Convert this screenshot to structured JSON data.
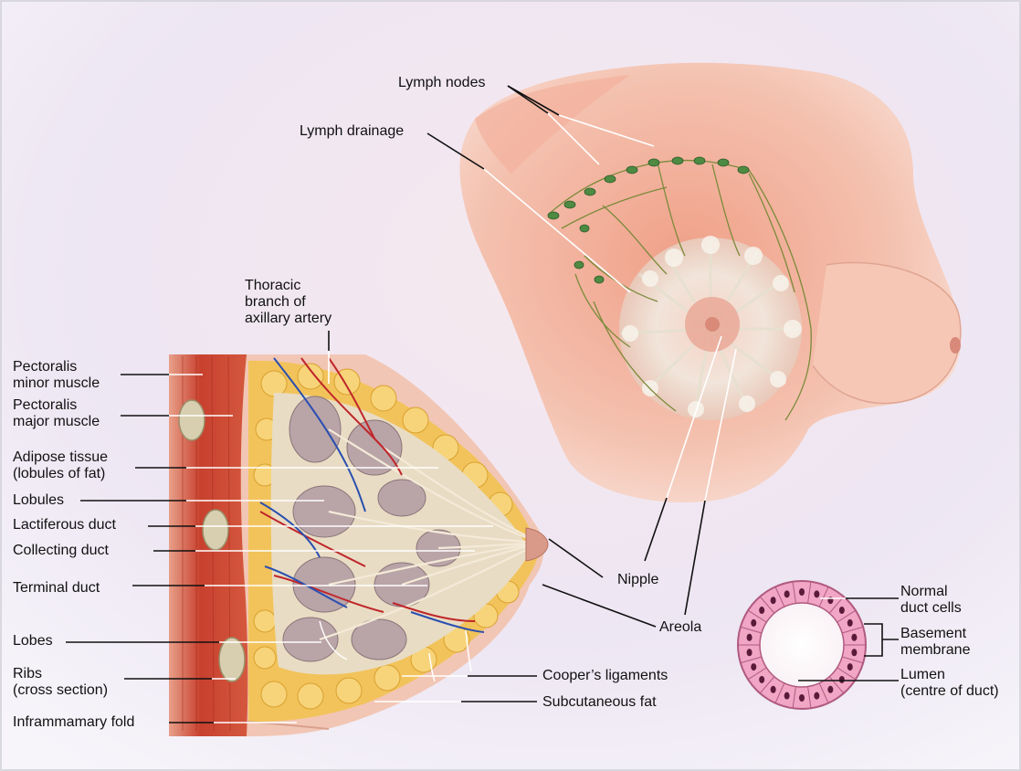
{
  "labels": {
    "lymph_nodes": "Lymph nodes",
    "lymph_drainage": "Lymph drainage",
    "thoracic_branch": "Thoracic\nbranch of\naxillary artery",
    "pectoralis_minor": "Pectoralis\nminor muscle",
    "pectoralis_major": "Pectoralis\nmajor muscle",
    "adipose_tissue": "Adipose tissue\n(lobules of fat)",
    "lobules": "Lobules",
    "lactiferous_duct": "Lactiferous duct",
    "collecting_duct": "Collecting duct",
    "terminal_duct": "Terminal duct",
    "lobes": "Lobes",
    "ribs": "Ribs\n(cross section)",
    "inframammary_fold": "Inframmamary fold",
    "nipple": "Nipple",
    "areola": "Areola",
    "coopers_ligaments": "Cooper’s ligaments",
    "subcutaneous_fat": "Subcutaneous fat",
    "normal_duct_cells": "Normal\nduct cells",
    "basement_membrane": "Basement\nmembrane",
    "lumen": "Lumen\n(centre of duct)"
  },
  "colors": {
    "background_tint": "#ece6f4",
    "skin": "#f2b8a2",
    "skin_shadow": "#d98a78",
    "muscle": "#c8402e",
    "fat": "#f2c35a",
    "gland": "#b9a4a8",
    "artery": "#c0262a",
    "vein": "#2a4fb0",
    "duct_cell": "#f0a6c4",
    "leader_line": "#111111"
  }
}
